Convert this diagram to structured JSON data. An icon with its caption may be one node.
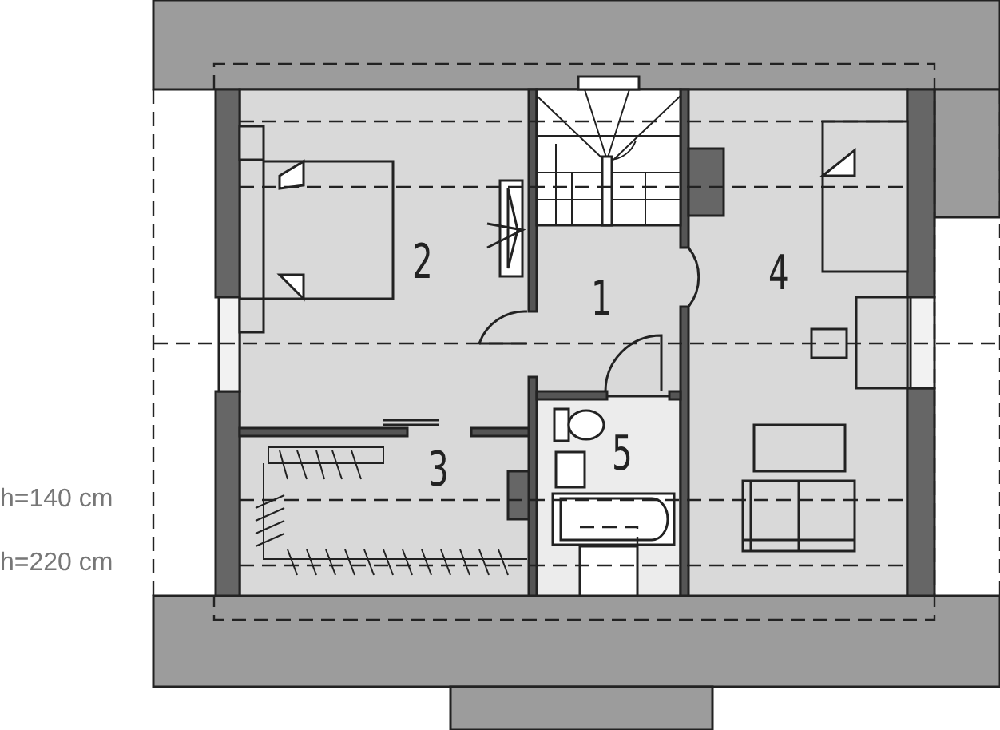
{
  "diagram": {
    "labels": [
      "2",
      "1",
      "4",
      "3",
      "5",
      "h=140 cm",
      "h=220 cm"
    ]
  }
}
